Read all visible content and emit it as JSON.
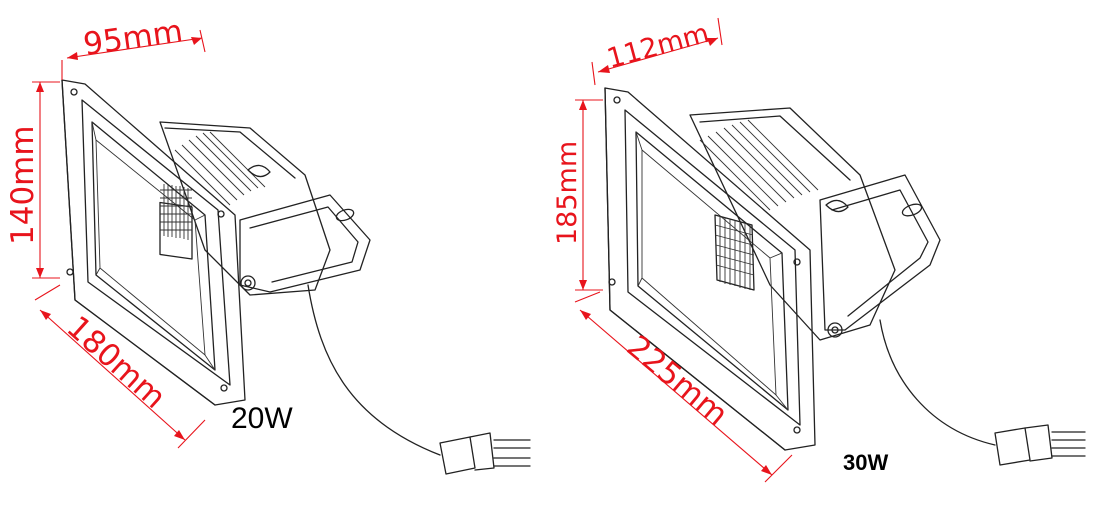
{
  "products": [
    {
      "power_label": "20W",
      "dimensions": {
        "depth": "95mm",
        "height": "140mm",
        "width": "180mm"
      }
    },
    {
      "power_label": "30W",
      "dimensions": {
        "depth": "112mm",
        "height": "185mm",
        "width": "225mm"
      }
    }
  ],
  "colors": {
    "dimension": "#e8141c",
    "line": "#222222",
    "label": "#000000"
  }
}
